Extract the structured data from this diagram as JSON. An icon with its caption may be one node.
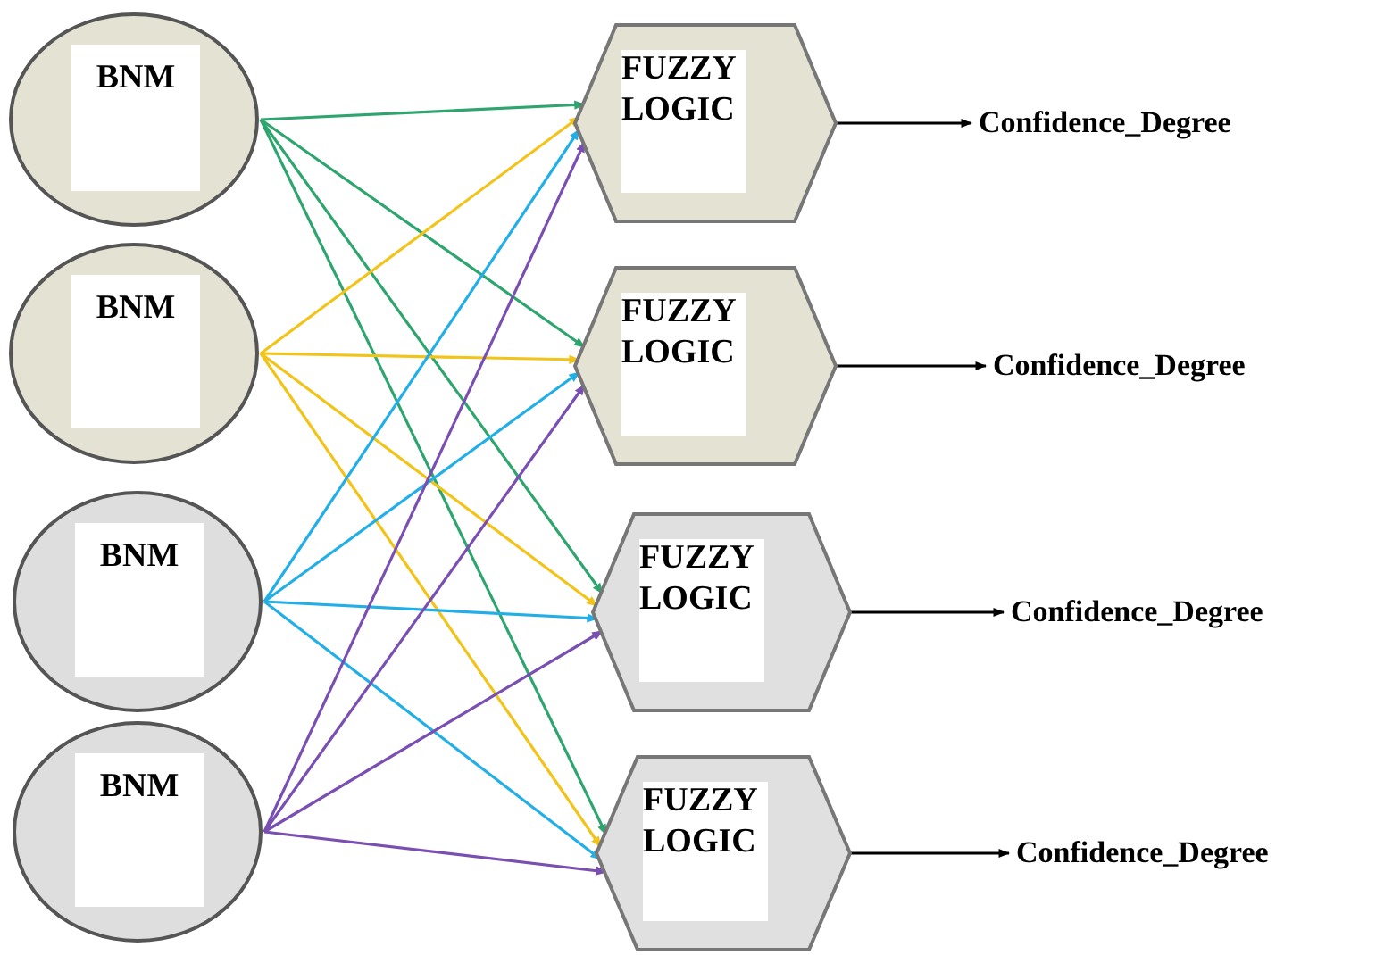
{
  "diagram": {
    "nodes": [
      {
        "text": [
          "BNM"
        ]
      },
      {
        "text": [
          "BNM"
        ]
      },
      {
        "text": [
          "BNM"
        ]
      },
      {
        "text": [
          "BNM"
        ]
      },
      {
        "text": [
          "FUZZY LOGIC"
        ]
      },
      {
        "text": [
          "FUZZY LOGIC"
        ]
      },
      {
        "text": [
          "FUZZY LOGIC"
        ]
      },
      {
        "text": [
          "FUZZY LOGIC"
        ]
      },
      {
        "text": [
          "Confidence_Degree"
        ]
      },
      {
        "text": [
          "Confidence_Degree"
        ]
      },
      {
        "text": [
          "Confidence_Degree"
        ]
      },
      {
        "text": [
          "Confidence_Degree"
        ]
      }
    ],
    "edges": [
      {
        "from": 0,
        "to": 4,
        "arrow": "to",
        "color": "#2ea56e"
      },
      {
        "from": 0,
        "to": 5,
        "arrow": "to",
        "color": "#2ea56e"
      },
      {
        "from": 0,
        "to": 6,
        "arrow": "to",
        "color": "#2ea56e"
      },
      {
        "from": 0,
        "to": 7,
        "arrow": "to",
        "color": "#2ea56e"
      },
      {
        "from": 1,
        "to": 4,
        "arrow": "to",
        "color": "#f2c318"
      },
      {
        "from": 1,
        "to": 5,
        "arrow": "to",
        "color": "#f2c318"
      },
      {
        "from": 1,
        "to": 6,
        "arrow": "to",
        "color": "#f2c318"
      },
      {
        "from": 1,
        "to": 7,
        "arrow": "to",
        "color": "#f2c318"
      },
      {
        "from": 2,
        "to": 4,
        "arrow": "to",
        "color": "#22aee6"
      },
      {
        "from": 2,
        "to": 5,
        "arrow": "to",
        "color": "#22aee6"
      },
      {
        "from": 2,
        "to": 6,
        "arrow": "to",
        "color": "#22aee6"
      },
      {
        "from": 2,
        "to": 7,
        "arrow": "to",
        "color": "#22aee6"
      },
      {
        "from": 3,
        "to": 4,
        "arrow": "to",
        "color": "#7a4fb2"
      },
      {
        "from": 3,
        "to": 5,
        "arrow": "to",
        "color": "#7a4fb2"
      },
      {
        "from": 3,
        "to": 6,
        "arrow": "to",
        "color": "#7a4fb2"
      },
      {
        "from": 3,
        "to": 7,
        "arrow": "to",
        "color": "#7a4fb2"
      },
      {
        "from": 4,
        "to": 8,
        "arrow": "to",
        "color": "#000000"
      },
      {
        "from": 5,
        "to": 9,
        "arrow": "to",
        "color": "#000000"
      },
      {
        "from": 6,
        "to": 10,
        "arrow": "to",
        "color": "#000000"
      },
      {
        "from": 7,
        "to": 11,
        "arrow": "to",
        "color": "#000000"
      }
    ]
  }
}
